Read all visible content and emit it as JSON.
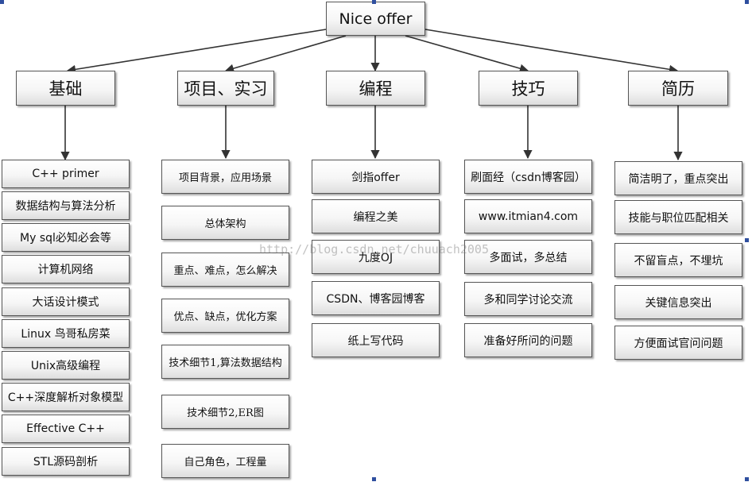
{
  "root": "Nice offer",
  "columns": [
    {
      "title": "基础",
      "items": [
        "C++ primer",
        "数据结构与算法分析",
        "My sql必知必会等",
        "计算机网络",
        "大话设计模式",
        "Linux 鸟哥私房菜",
        "Unix高级编程",
        "C++深度解析对象模型",
        "Effective C++",
        "STL源码剖析"
      ]
    },
    {
      "title": "项目、实习",
      "items": [
        "项目背景，应用场景",
        "总体架构",
        "重点、难点，怎么解决",
        "优点、缺点，优化方案",
        "技术细节1,算法数据结构",
        "技术细节2,ER图",
        "自己角色，工程量"
      ]
    },
    {
      "title": "编程",
      "items": [
        "剑指offer",
        "编程之美",
        "九度OJ",
        "CSDN、博客园博客",
        "纸上写代码"
      ]
    },
    {
      "title": "技巧",
      "items": [
        "刷面经（csdn博客园）",
        "www.itmian4.com",
        "多面试，多总结",
        "多和同学讨论交流",
        "准备好所问的问题"
      ]
    },
    {
      "title": "简历",
      "items": [
        "简洁明了，重点突出",
        "技能与职位匹配相关",
        "不留盲点，不埋坑",
        "关键信息突出",
        "方便面试官问问题"
      ]
    }
  ],
  "watermark": "http://blog.csdn.net/chuuach2005",
  "colors": {
    "box_border": "#555555",
    "line": "#333333",
    "handle": "#2f4f9f"
  }
}
